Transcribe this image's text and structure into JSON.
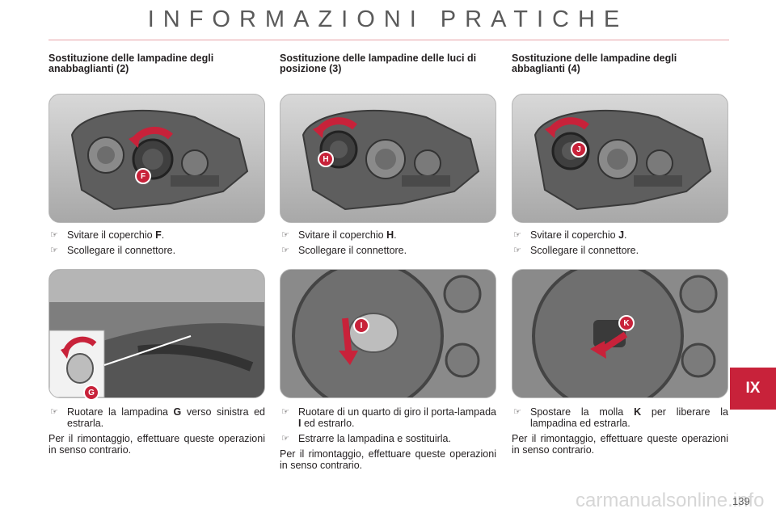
{
  "page_title": "INFORMAZIONI PRATICHE",
  "tab": "IX",
  "page_number": "139",
  "watermark": "carmanualsonline.info",
  "sections": [
    {
      "title": "Sostituzione delle lampadine degli anabbaglianti (2)",
      "callout": "F",
      "steps_top": [
        {
          "pre": "Svitare il coperchio ",
          "bold": "F",
          "post": "."
        },
        {
          "pre": "Scollegare il connettore.",
          "bold": "",
          "post": ""
        }
      ],
      "callout_bottom": "G",
      "steps_bottom": [
        {
          "pre": "Ruotare la lampadina ",
          "bold": "G",
          "post": " verso sinistra ed estrarla."
        }
      ],
      "note": "Per il rimontaggio, effettuare queste operazioni in senso contrario."
    },
    {
      "title": "Sostituzione delle lampadine delle luci di posizione (3)",
      "callout": "H",
      "steps_top": [
        {
          "pre": "Svitare il coperchio ",
          "bold": "H",
          "post": "."
        },
        {
          "pre": "Scollegare il connettore.",
          "bold": "",
          "post": ""
        }
      ],
      "callout_bottom": "I",
      "steps_bottom": [
        {
          "pre": "Ruotare di un quarto di giro il porta-lampada ",
          "bold": "I",
          "post": " ed estrarlo."
        },
        {
          "pre": "Estrarre la lampadina e sostituirla.",
          "bold": "",
          "post": ""
        }
      ],
      "note": "Per il rimontaggio, effettuare queste operazioni in senso contrario."
    },
    {
      "title": "Sostituzione delle lampadine degli abbaglianti (4)",
      "callout": "J",
      "steps_top": [
        {
          "pre": "Svitare il coperchio ",
          "bold": "J",
          "post": "."
        },
        {
          "pre": "Scollegare il connettore.",
          "bold": "",
          "post": ""
        }
      ],
      "callout_bottom": "K",
      "steps_bottom": [
        {
          "pre": "Spostare la molla ",
          "bold": "K",
          "post": " per liberare la lampadina ed estrarla."
        }
      ],
      "note": "Per il rimontaggio, effettuare queste operazioni in senso contrario."
    }
  ],
  "colors": {
    "accent_red": "#c8223a",
    "title_gray": "#5a5a5a",
    "rule_pink": "#e8a3a8"
  }
}
